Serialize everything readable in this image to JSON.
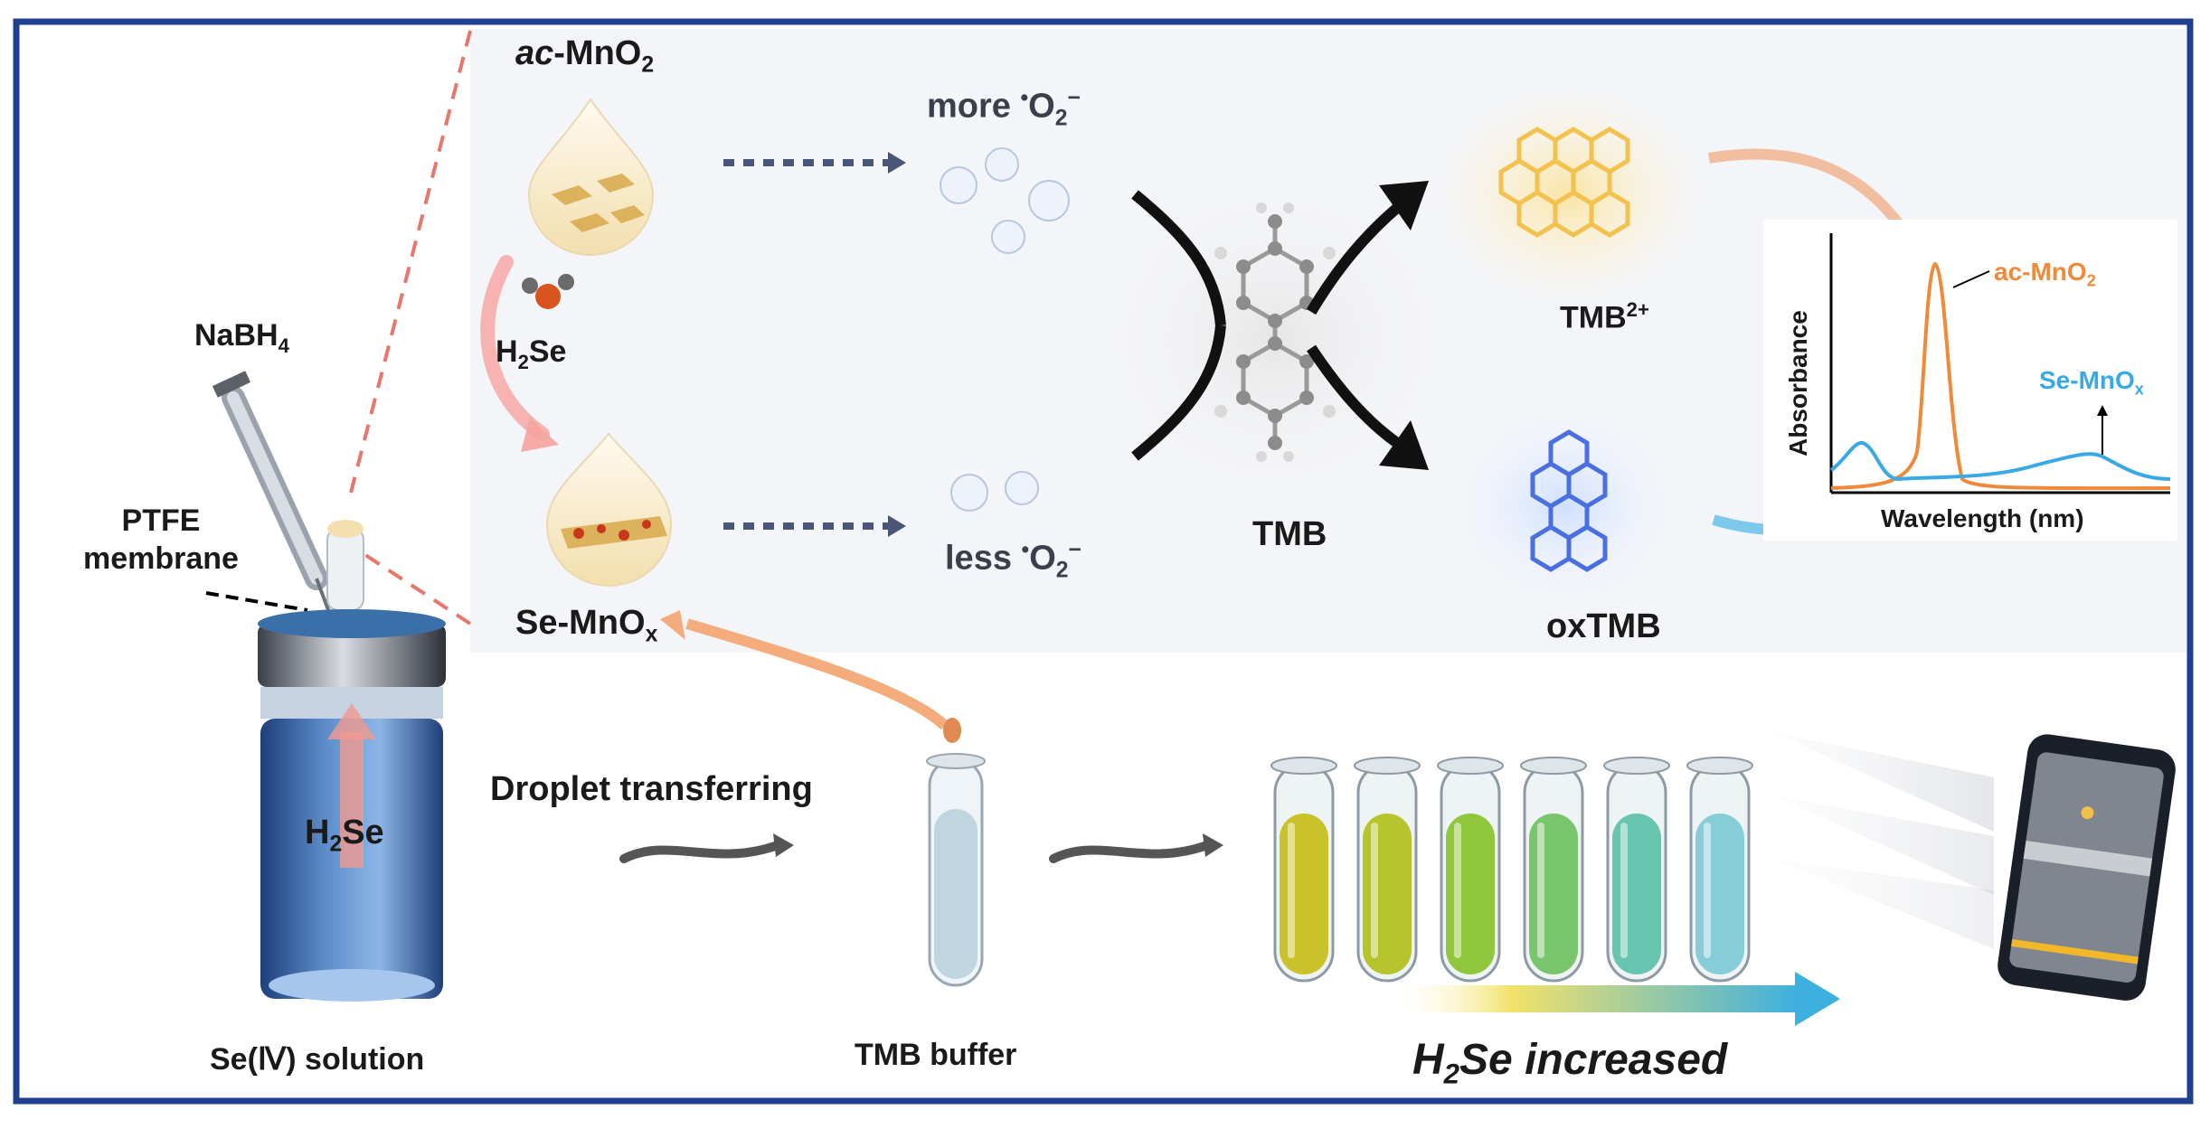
{
  "labels": {
    "ac_mno2_top_pre": "ac",
    "ac_mno2_top_post": "-MnO",
    "sub2": "2",
    "more_o2": "more",
    "less_o2": "less",
    "o2_base": "O",
    "o2_dot": "•",
    "o2_minus": "−",
    "h2se_small_pre": "H",
    "h2se_small_post": "Se",
    "se_mnox_pre": "Se-MnO",
    "sub_x": "x",
    "nabh4_pre": "NaBH",
    "sub4": "4",
    "ptfe_line1": "PTFE",
    "ptfe_line2": "membrane",
    "tmb": "TMB",
    "tmb2_pre": "TMB",
    "tmb2_sup": "2+",
    "oxtmb": "oxTMB",
    "h2se_vial_pre": "H",
    "h2se_vial_post": "Se",
    "droplet": "Droplet transferring",
    "tmb_buffer": "TMB buffer",
    "se_solution": "Se(Ⅳ) solution",
    "h2se_increased_pre": "H",
    "h2se_increased_post": "Se increased"
  },
  "spectrum": {
    "y_axis": "Absorbance",
    "x_axis": "Wavelength (nm)",
    "legend_ac": "ac-MnO",
    "legend_ac_sub": "2",
    "legend_se": "Se-MnO",
    "legend_se_sub": "x"
  },
  "colors": {
    "frame": "#1f3f8f",
    "dash": "#e8766b",
    "ac_curve": "#f08a3a",
    "se_curve": "#39a9e6",
    "tmb2": "#f2c14e",
    "oxtmb": "#4a6fe0"
  },
  "tube_colors": [
    "#c9c22a",
    "#b7c52d",
    "#8fc63c",
    "#79c56c",
    "#67c4ae",
    "#86cdd8"
  ]
}
